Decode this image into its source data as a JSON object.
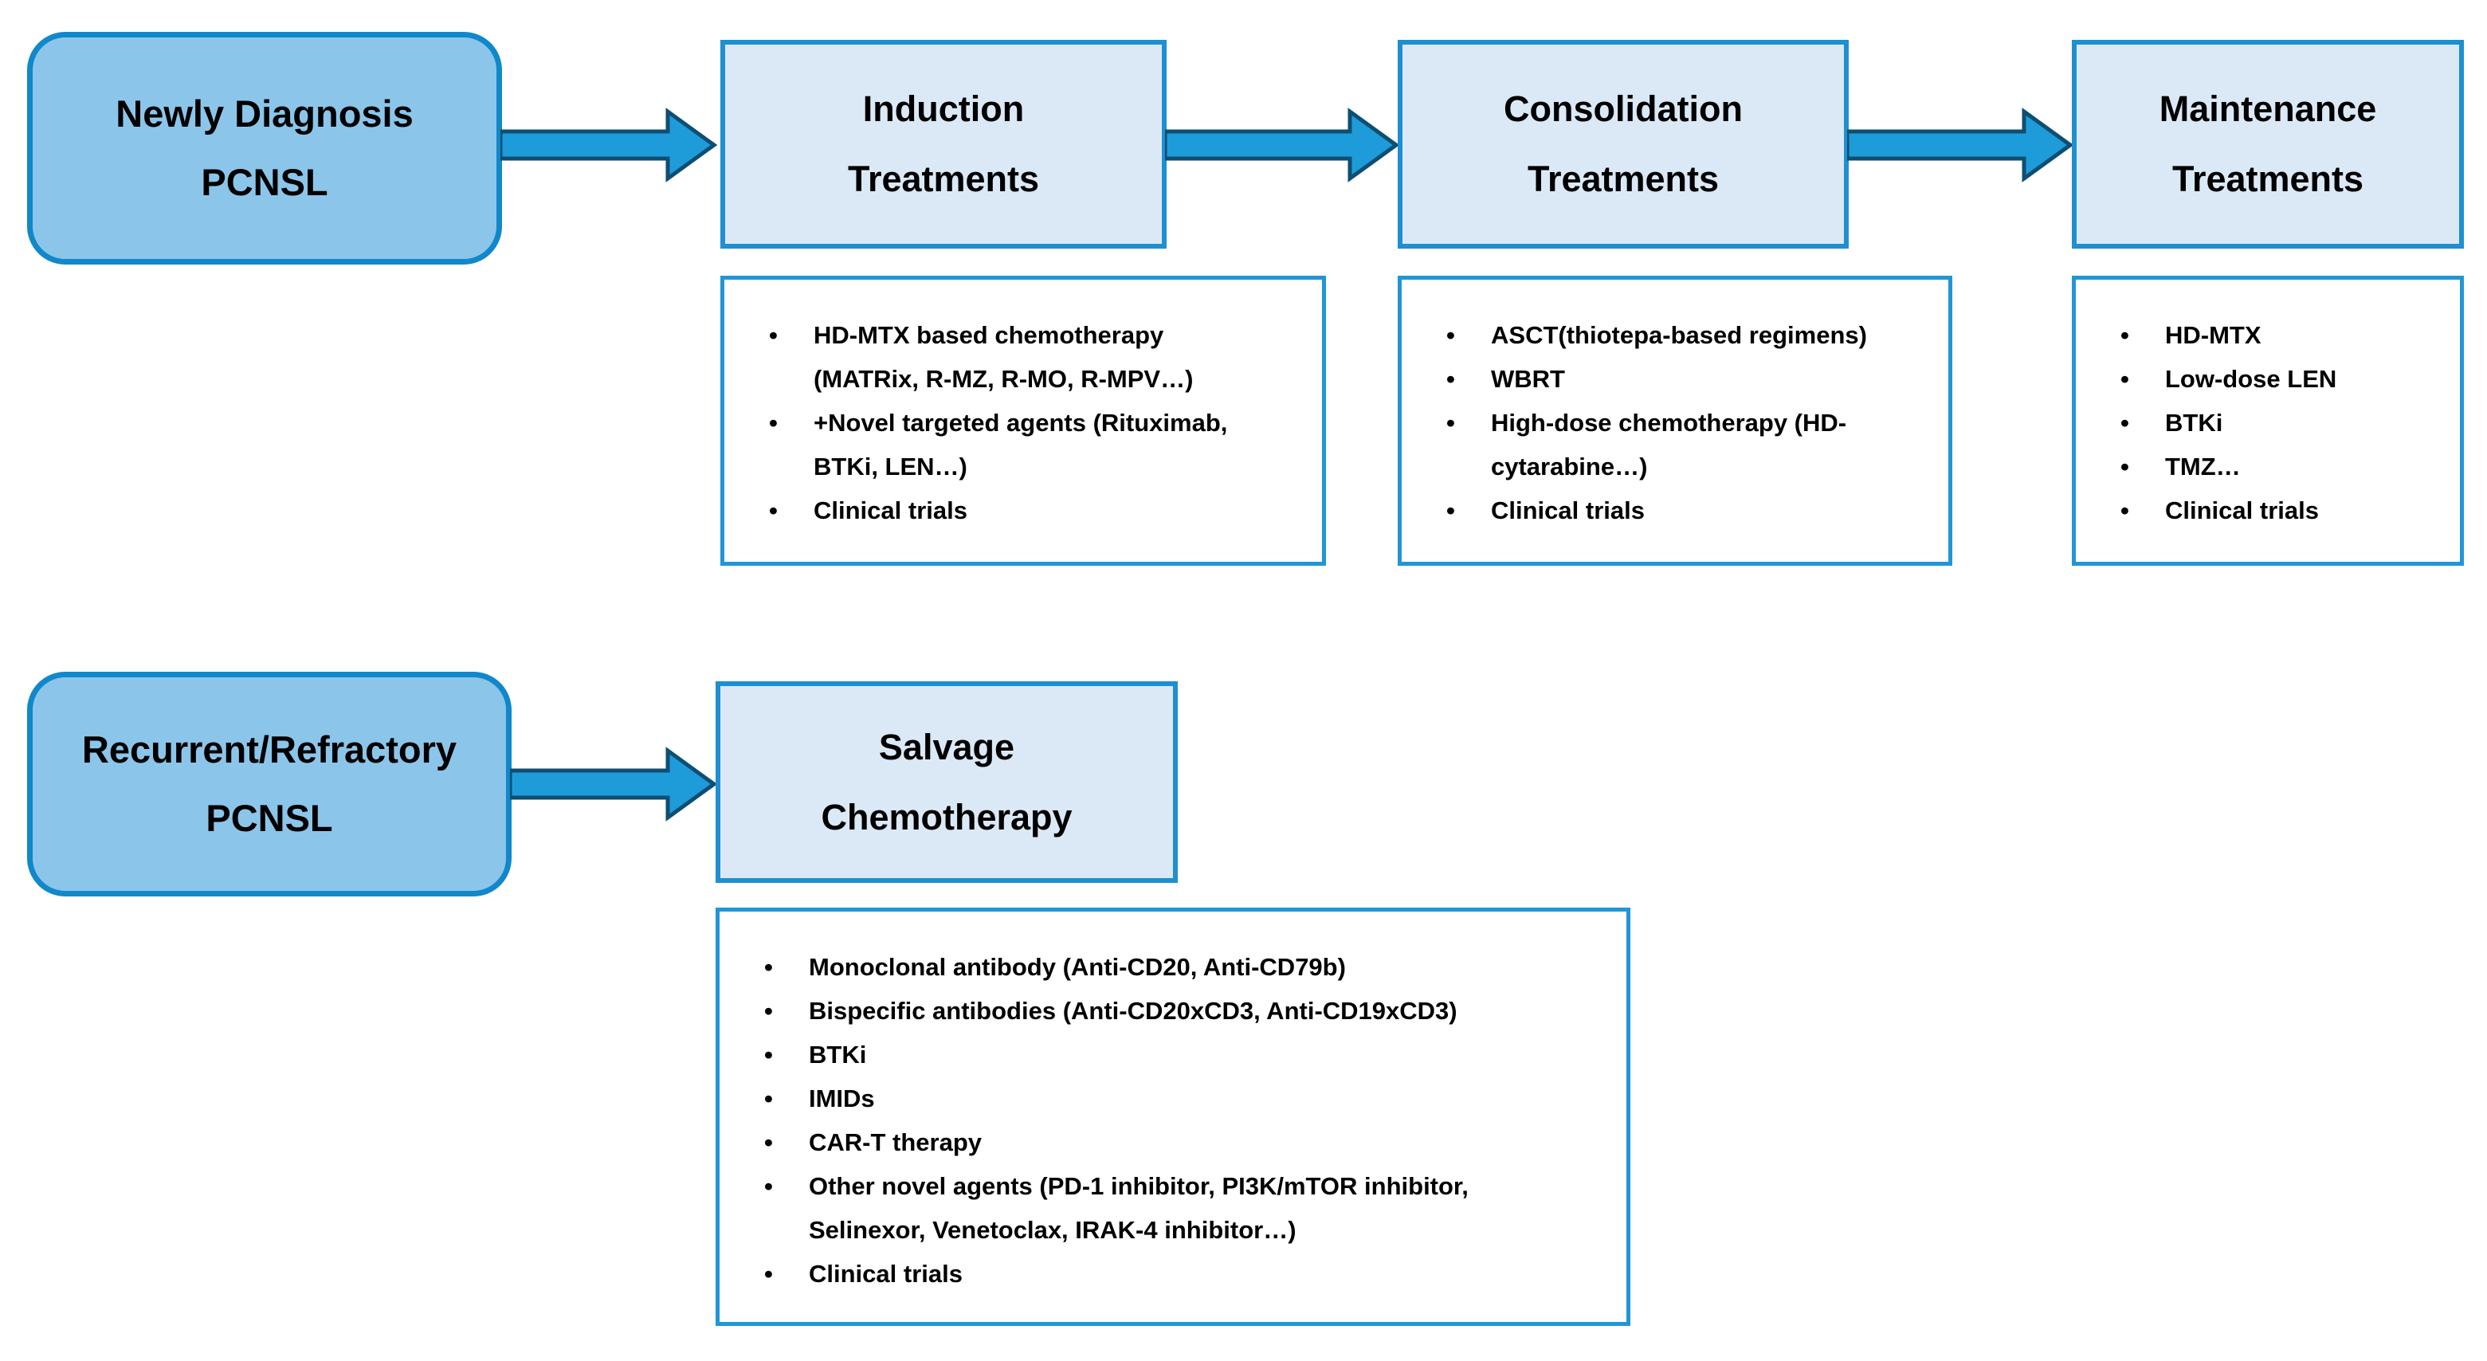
{
  "flow": {
    "row_newly": {
      "start_label": "Newly Diagnosis\nPCNSL",
      "stages": [
        {
          "title": "Induction\nTreatments",
          "items": [
            "HD-MTX based chemotherapy\n(MATRix, R-MZ, R-MO, R-MPV…)",
            "+Novel targeted agents (Rituximab,\nBTKi, LEN…)",
            "Clinical trials"
          ]
        },
        {
          "title": "Consolidation\nTreatments",
          "items": [
            "ASCT(thiotepa-based regimens)",
            "WBRT",
            "High-dose chemotherapy (HD-\ncytarabine…)",
            "Clinical trials"
          ]
        },
        {
          "title": "Maintenance\nTreatments",
          "items": [
            "HD-MTX",
            "Low-dose LEN",
            "BTKi",
            "TMZ…",
            "Clinical trials"
          ]
        }
      ]
    },
    "row_relapsed": {
      "start_label": "Recurrent/Refractory\nPCNSL",
      "stages": [
        {
          "title": "Salvage\nChemotherapy",
          "items": [
            "Monoclonal antibody (Anti-CD20, Anti-CD79b)",
            "Bispecific antibodies (Anti-CD20xCD3, Anti-CD19xCD3)",
            "BTKi",
            "IMIDs",
            "CAR-T therapy",
            "Other novel agents (PD-1 inhibitor, PI3K/mTOR inhibitor,\nSelinexor, Venetoclax, IRAK-4 inhibitor…)",
            "Clinical trials"
          ]
        }
      ]
    }
  },
  "colors": {
    "start_node_fill": "#8CC5EA",
    "start_node_border": "#1088C9",
    "stage_fill": "#DBE9F6",
    "stage_border": "#1E8FD1",
    "detail_fill": "#FFFFFF",
    "detail_border": "#2196D6",
    "arrow_fill": "#1E9CD9",
    "arrow_outline": "#0E4E73",
    "text": "#000000"
  }
}
